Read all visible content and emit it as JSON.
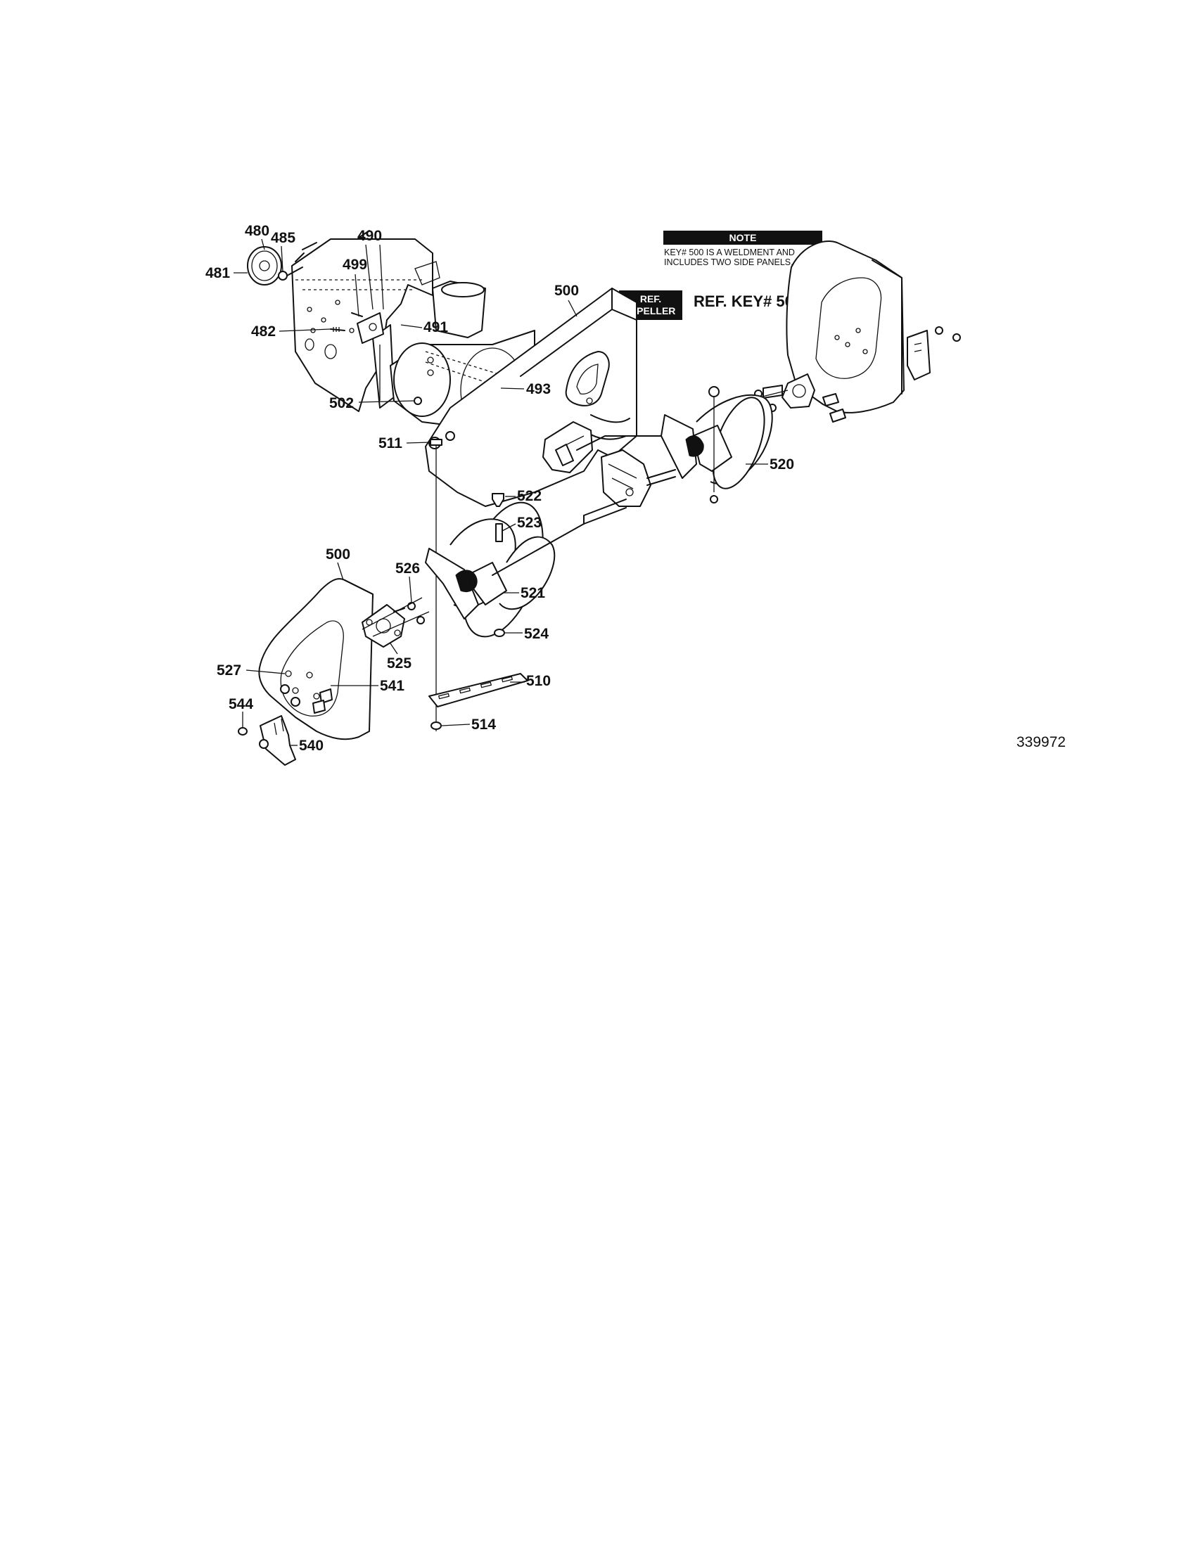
{
  "note": {
    "title": "NOTE",
    "lines": [
      "KEY# 500 IS A WELDMENT AND",
      "INCLUDES TWO SIDE PANELS."
    ]
  },
  "ref_key_label": "REF. KEY# 500",
  "ref_impeller": [
    "REF.",
    "IMPELLER"
  ],
  "diagram_number": "339972",
  "callouts": {
    "k480": "480",
    "k485": "485",
    "k490": "490",
    "k481": "481",
    "k499": "499",
    "k482": "482",
    "k491": "491",
    "k500_top": "500",
    "k493": "493",
    "k502": "502",
    "k511": "511",
    "k520": "520",
    "k522": "522",
    "k523": "523",
    "k500_left": "500",
    "k526": "526",
    "k521": "521",
    "k524": "524",
    "k525": "525",
    "k527": "527",
    "k541": "541",
    "k510": "510",
    "k544": "544",
    "k514": "514",
    "k540": "540"
  }
}
